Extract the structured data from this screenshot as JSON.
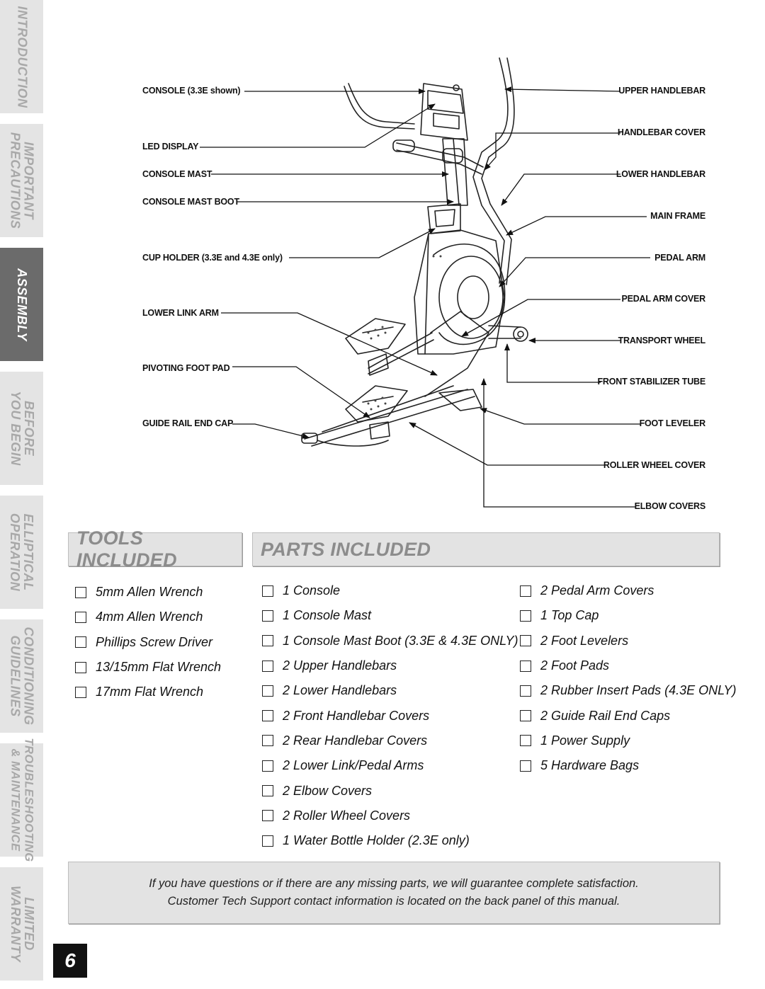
{
  "side_tabs": [
    {
      "lines": [
        "INTRODUCTION"
      ],
      "active": false
    },
    {
      "lines": [
        "IMPORTANT",
        "PRECAUTIONS"
      ],
      "active": false
    },
    {
      "lines": [
        "ASSEMBLY"
      ],
      "active": true
    },
    {
      "lines": [
        "BEFORE",
        "YOU BEGIN"
      ],
      "active": false
    },
    {
      "lines": [
        "ELLIPTICAL",
        "OPERATION"
      ],
      "active": false
    },
    {
      "lines": [
        "CONDITIONING",
        "GUIDELINES"
      ],
      "active": false
    },
    {
      "lines": [
        "TROUBLESHOOTING",
        "& MAINTENANCE"
      ],
      "active": false
    },
    {
      "lines": [
        "LIMITED",
        "WARRANTY"
      ],
      "active": false
    }
  ],
  "diagram": {
    "left_labels": [
      "CONSOLE (3.3E shown)",
      "LED DISPLAY",
      "CONSOLE MAST",
      "CONSOLE MAST BOOT",
      "CUP HOLDER (3.3E and 4.3E only)",
      "LOWER LINK ARM",
      "PIVOTING FOOT PAD",
      "GUIDE RAIL END CAP"
    ],
    "right_labels": [
      "UPPER HANDLEBAR",
      "HANDLEBAR COVER",
      "LOWER HANDLEBAR",
      "MAIN FRAME",
      "PEDAL ARM",
      "PEDAL ARM COVER",
      "TRANSPORT WHEEL",
      "FRONT STABILIZER TUBE",
      "FOOT LEVELER",
      "ROLLER WHEEL COVER",
      "ELBOW COVERS"
    ]
  },
  "tools": {
    "title": "TOOLS INCLUDED",
    "items": [
      "5mm Allen Wrench",
      "4mm Allen Wrench",
      "Phillips Screw Driver",
      "13/15mm Flat Wrench",
      "17mm Flat Wrench"
    ]
  },
  "parts": {
    "title": "PARTS INCLUDED",
    "col1": [
      "1 Console",
      "1 Console Mast",
      "1 Console Mast Boot (3.3E & 4.3E ONLY)",
      "2 Upper Handlebars",
      "2 Lower Handlebars",
      "2 Front Handlebar Covers",
      "2 Rear Handlebar Covers",
      "2 Lower Link/Pedal Arms",
      "2 Elbow Covers",
      "2 Roller Wheel Covers",
      "1 Water Bottle Holder (2.3E only)"
    ],
    "col2": [
      "2 Pedal Arm Covers",
      "1 Top Cap",
      "2 Foot Levelers",
      "2 Foot Pads",
      "2 Rubber Insert Pads (4.3E ONLY)",
      "2 Guide Rail End Caps",
      "1 Power Supply",
      "5 Hardware Bags"
    ]
  },
  "note": {
    "line1": "If you have questions or if there are any missing parts, we will guarantee complete satisfaction.",
    "line2": "Customer Tech Support contact information is located on the back panel of this manual."
  },
  "page_number": "6"
}
